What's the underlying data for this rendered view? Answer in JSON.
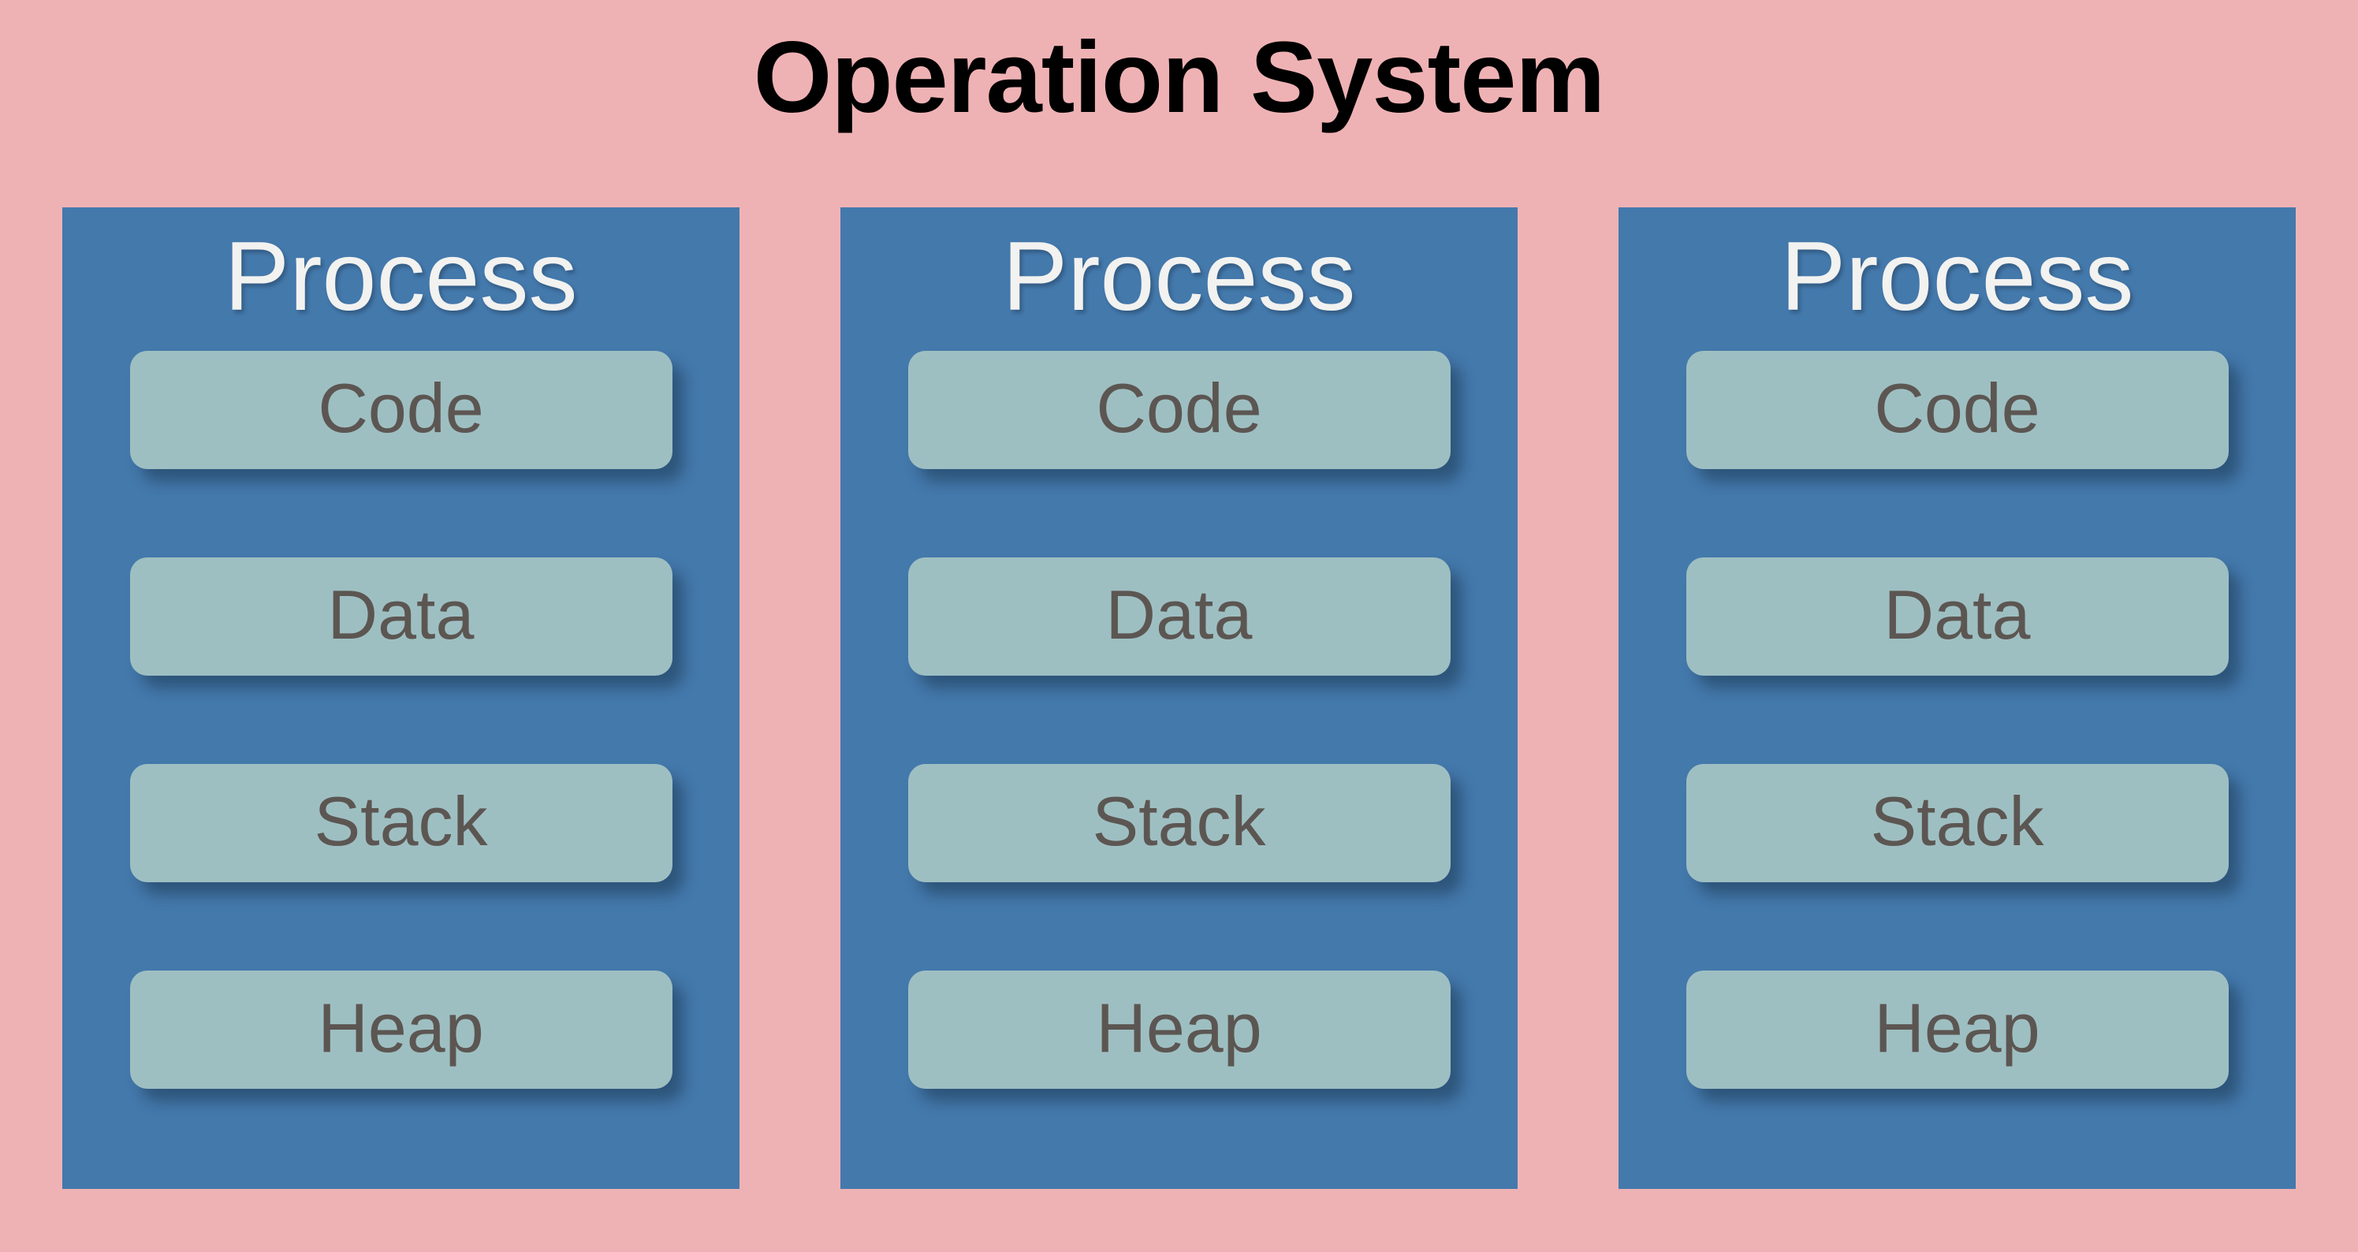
{
  "diagram": {
    "title": "Operation System",
    "background_color": "#efb2b4",
    "process_card_color": "#4479ac",
    "segment_color": "#9ebfc2",
    "title_color": "#000000",
    "process_title_color": "#f2f2f0",
    "segment_label_color": "#5c5652",
    "processes": [
      {
        "title": "Process",
        "segments": [
          {
            "label": "Code"
          },
          {
            "label": "Data"
          },
          {
            "label": "Stack"
          },
          {
            "label": "Heap"
          }
        ]
      },
      {
        "title": "Process",
        "segments": [
          {
            "label": "Code"
          },
          {
            "label": "Data"
          },
          {
            "label": "Stack"
          },
          {
            "label": "Heap"
          }
        ]
      },
      {
        "title": "Process",
        "segments": [
          {
            "label": "Code"
          },
          {
            "label": "Data"
          },
          {
            "label": "Stack"
          },
          {
            "label": "Heap"
          }
        ]
      }
    ]
  }
}
